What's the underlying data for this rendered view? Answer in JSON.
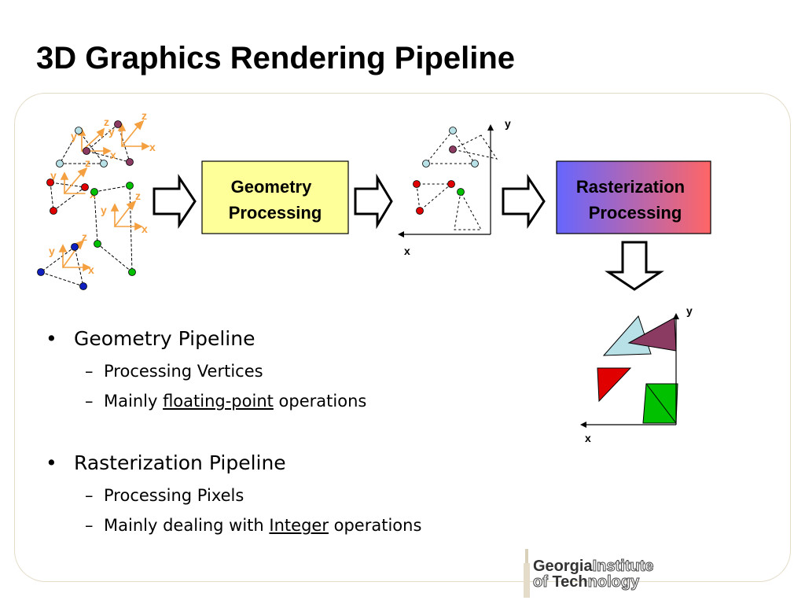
{
  "slide": {
    "title": "3D Graphics Rendering Pipeline"
  },
  "diagram": {
    "geometry_box": {
      "line1": "Geometry",
      "line2": "Processing",
      "fill": "#ffff99"
    },
    "raster_box": {
      "line1": "Rasterization",
      "line2": "Processing",
      "gradient_from": "#6666ff",
      "gradient_to": "#ff6666"
    },
    "axis_labels": {
      "x": "x",
      "y": "y",
      "z": "z"
    }
  },
  "bullets": [
    {
      "text": "Geometry Pipeline",
      "sub": [
        {
          "pre": "Processing Vertices",
          "em": "",
          "post": ""
        },
        {
          "pre": "Mainly ",
          "em": "floating-point",
          "post": " operations"
        }
      ]
    },
    {
      "text": "Rasterization Pipeline",
      "sub": [
        {
          "pre": "Processing Pixels",
          "em": "",
          "post": ""
        },
        {
          "pre": "Mainly dealing with ",
          "em": "Integer",
          "post": " operations"
        }
      ]
    }
  ],
  "logo": {
    "word1": "Georgia",
    "word2": "Institute",
    "word3": "of ",
    "word4": "Tech",
    "word5": "nology"
  },
  "colors": {
    "axis_orange": "#f4a040",
    "vertex_light_blue": "#b7e1e6",
    "vertex_purple": "#8b3a62",
    "vertex_red": "#e00000",
    "vertex_green": "#00c000",
    "vertex_blue": "#1020c0"
  }
}
